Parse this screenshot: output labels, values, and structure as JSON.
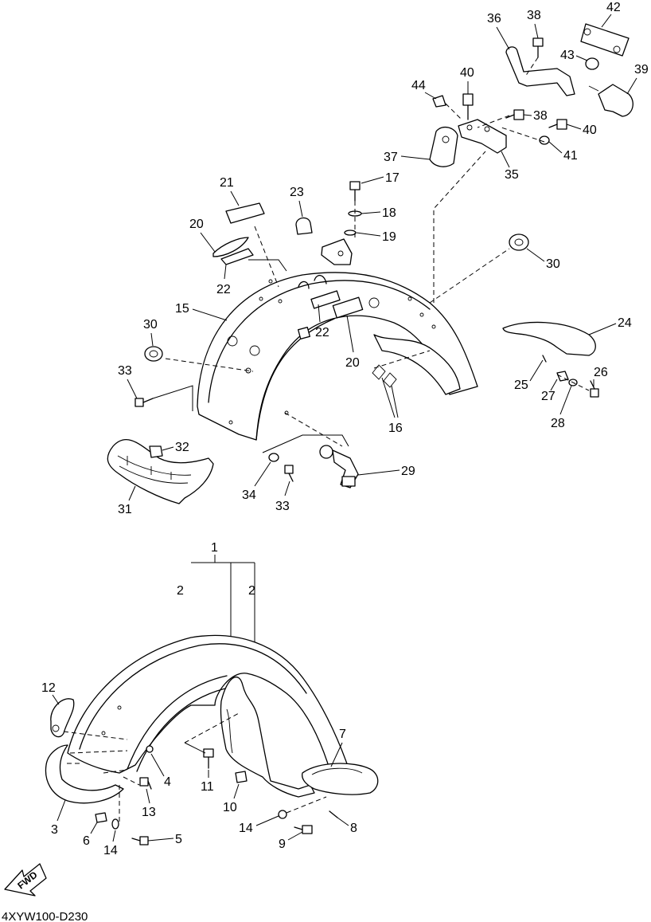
{
  "diagram_code": "4XYW100-D230",
  "fwd_label": "FWD",
  "icons": {
    "direction": "fwd-arrow-icon"
  },
  "callouts": {
    "c1": "1",
    "c2a": "2",
    "c2b": "2",
    "c3": "3",
    "c4": "4",
    "c5": "5",
    "c6": "6",
    "c7": "7",
    "c8": "8",
    "c9": "9",
    "c10": "10",
    "c11": "11",
    "c12": "12",
    "c13": "13",
    "c14a": "14",
    "c14b": "14",
    "c15": "15",
    "c16": "16",
    "c17": "17",
    "c18": "18",
    "c19": "19",
    "c20a": "20",
    "c20b": "20",
    "c21": "21",
    "c22a": "22",
    "c22b": "22",
    "c23": "23",
    "c24": "24",
    "c25": "25",
    "c26": "26",
    "c27": "27",
    "c28": "28",
    "c29": "29",
    "c30a": "30",
    "c30b": "30",
    "c31": "31",
    "c32": "32",
    "c33a": "33",
    "c33b": "33",
    "c34": "34",
    "c35": "35",
    "c36": "36",
    "c37": "37",
    "c38a": "38",
    "c38b": "38",
    "c39": "39",
    "c40a": "40",
    "c40b": "40",
    "c41": "41",
    "c42": "42",
    "c43": "43",
    "c44": "44"
  }
}
